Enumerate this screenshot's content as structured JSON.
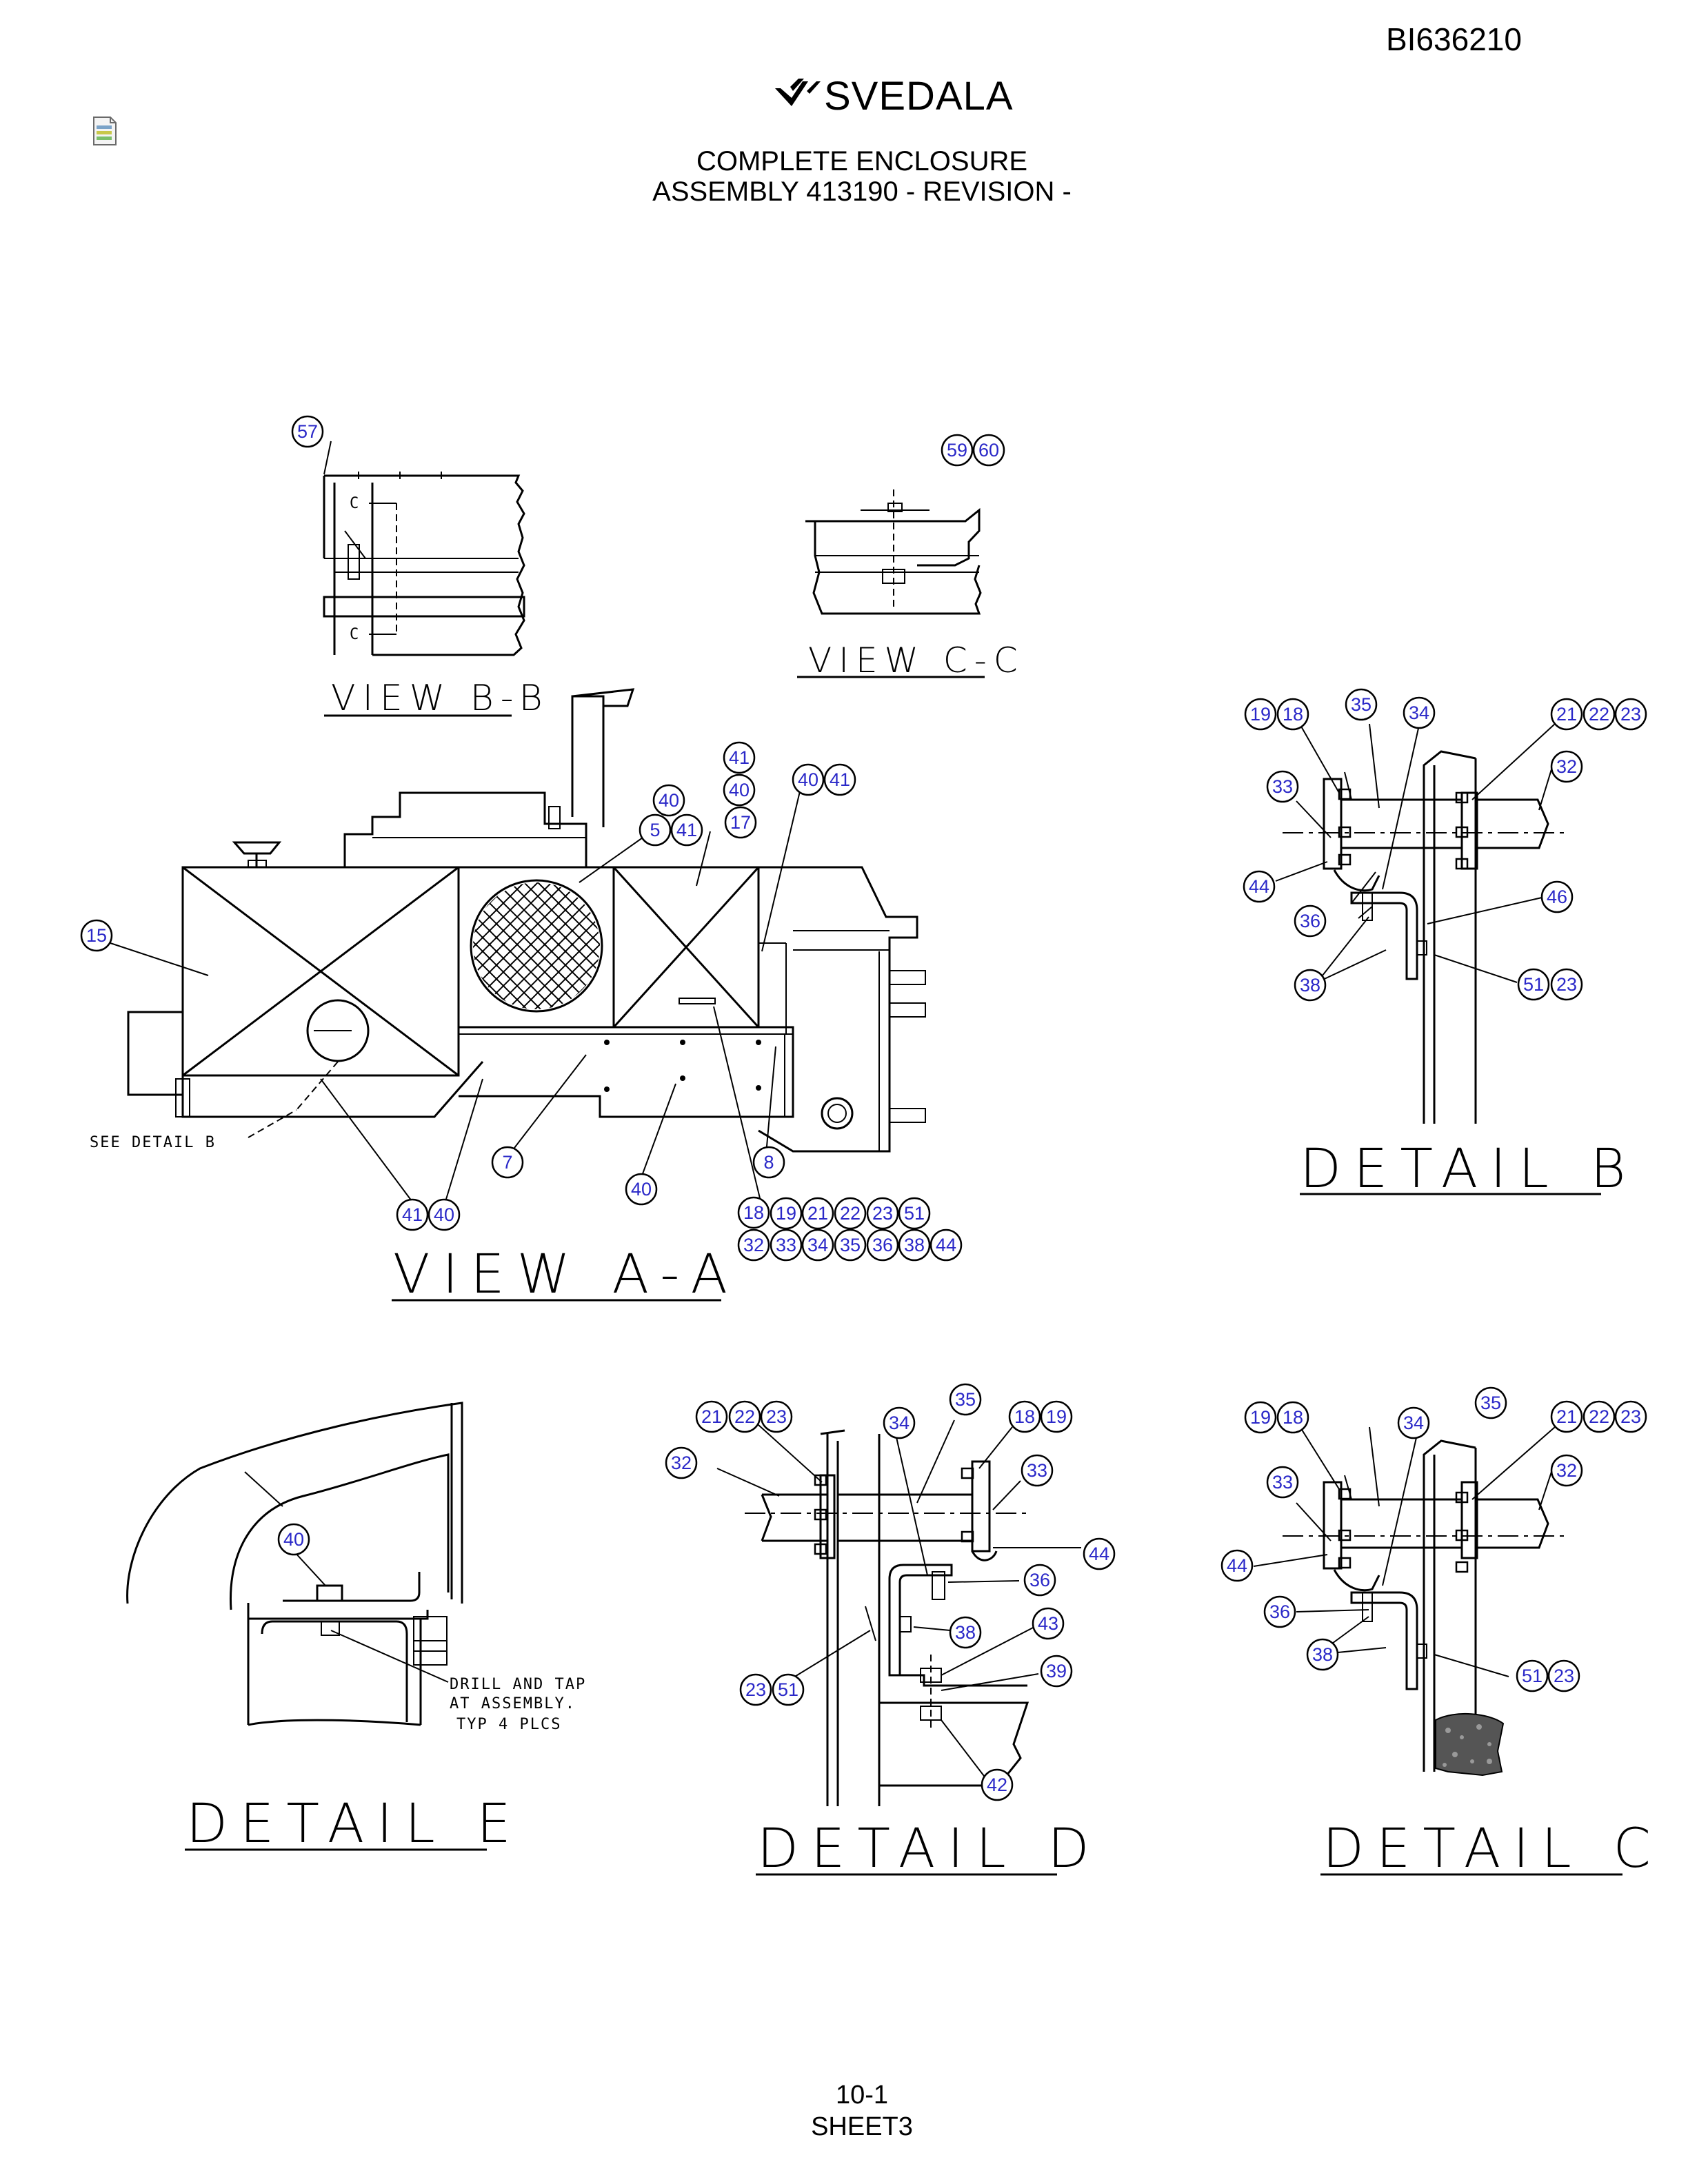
{
  "header": {
    "doc_number": "BI636210",
    "brand": "SVEDALA",
    "title_line1": "COMPLETE ENCLOSURE",
    "title_line2": "ASSEMBLY 413190 - REVISION -"
  },
  "footer": {
    "page_number": "10-1",
    "sheet": "SHEET3"
  },
  "views": {
    "view_bb": "VIEW B-B",
    "view_cc": "VIEW C-C",
    "view_aa": "VIEW A-A",
    "detail_b": "DETAIL B",
    "detail_c": "DETAIL C",
    "detail_d": "DETAIL D",
    "detail_e": "DETAIL E"
  },
  "notes": {
    "see_detail_b": "SEE DETAIL B",
    "section_c": "C",
    "drill_line1": "DRILL AND TAP",
    "drill_line2": "AT ASSEMBLY.",
    "drill_line3": "TYP 4 PLCS"
  },
  "callouts": {
    "view_bb": [
      "57"
    ],
    "view_cc": [
      "59",
      "60"
    ],
    "view_aa": [
      "41",
      "40",
      "40",
      "41",
      "40",
      "5",
      "41",
      "17",
      "15",
      "7",
      "8",
      "40",
      "41",
      "40",
      "18",
      "19",
      "21",
      "22",
      "23",
      "51",
      "32",
      "33",
      "34",
      "35",
      "36",
      "38",
      "44"
    ],
    "detail_b": [
      "19",
      "18",
      "35",
      "34",
      "21",
      "22",
      "23",
      "33",
      "32",
      "44",
      "46",
      "36",
      "38",
      "51",
      "23"
    ],
    "detail_e": [
      "40"
    ],
    "detail_d": [
      "35",
      "21",
      "22",
      "23",
      "34",
      "18",
      "19",
      "32",
      "33",
      "44",
      "36",
      "43",
      "38",
      "39",
      "23",
      "51",
      "42"
    ],
    "detail_c": [
      "35",
      "19",
      "18",
      "34",
      "21",
      "22",
      "23",
      "33",
      "32",
      "44",
      "36",
      "38",
      "51",
      "23"
    ]
  },
  "colors": {
    "callout_text": "#2a28c8",
    "line": "#000000"
  }
}
